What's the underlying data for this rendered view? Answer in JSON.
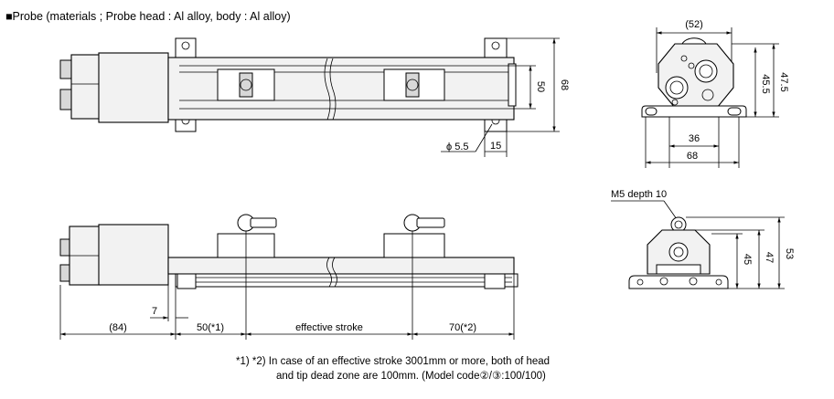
{
  "title": "■Probe (materials ; Probe head : Al alloy, body : Al alloy)",
  "top_view": {
    "height_inner": "50",
    "height_outer": "68",
    "hole_dia": "ϕ 5.5",
    "edge_offset": "15"
  },
  "end_view_top": {
    "width_top": "(52)",
    "height_1": "45.5",
    "height_2": "47.5",
    "width_inner": "36",
    "width_outer": "68"
  },
  "end_view_bottom": {
    "tap_label": "M5 depth 10",
    "height_1": "45",
    "height_2": "47",
    "height_3": "53"
  },
  "side_view": {
    "small_offset": "7",
    "head_length": "(84)",
    "head_dead": "50(*1)",
    "stroke": "effective stroke",
    "tip_dead": "70(*2)"
  },
  "notes": {
    "line1": "*1) *2) In case of an effective stroke 3001mm or more, both of head",
    "line2": "and tip dead zone are 100mm. (Model code②/③:100/100)"
  }
}
